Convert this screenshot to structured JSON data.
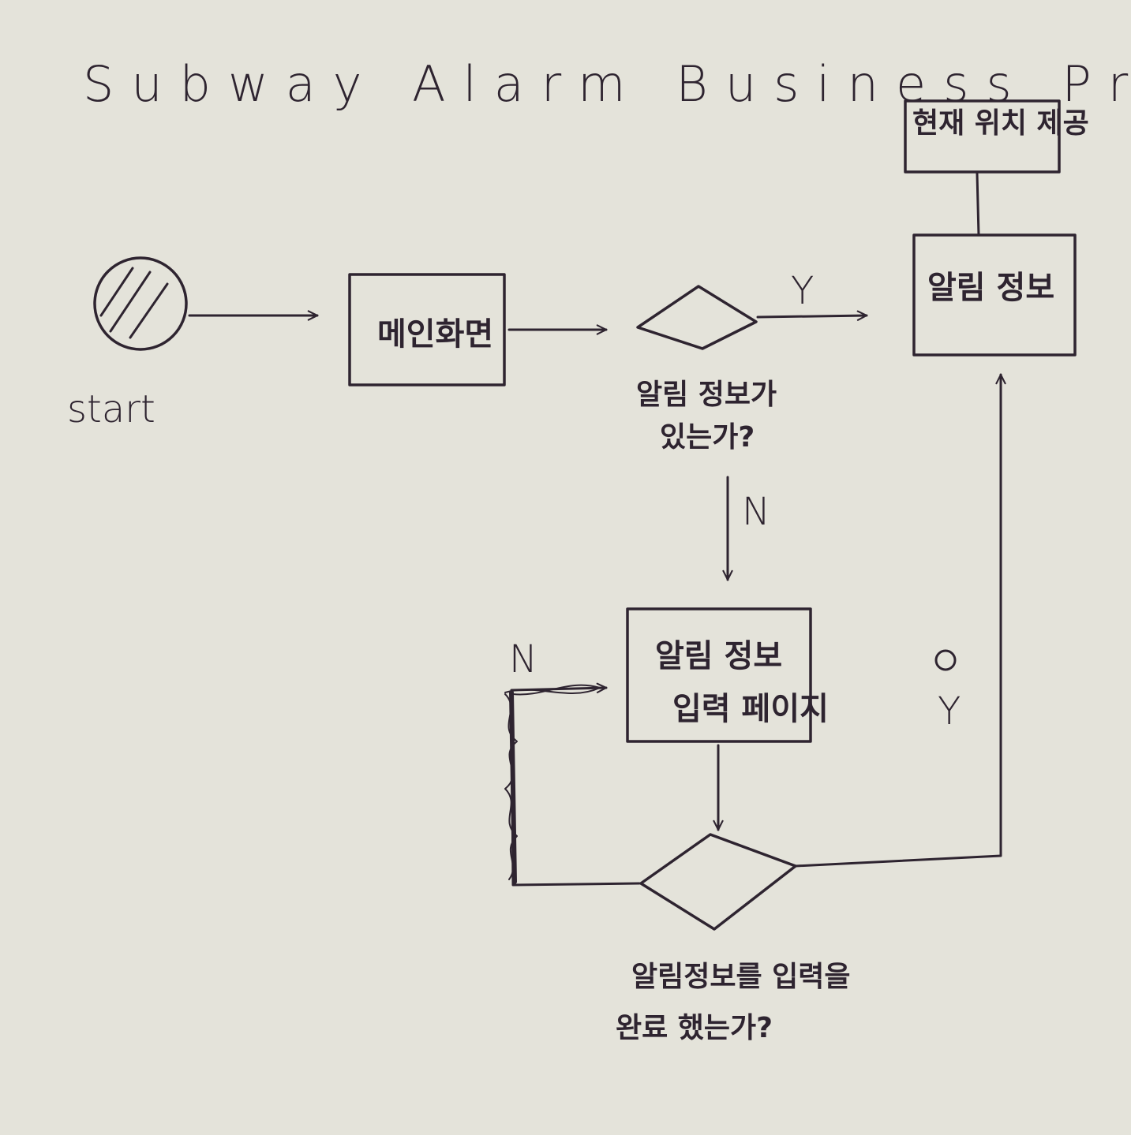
{
  "title": "Subway Alarm Business Process Model",
  "nodes": {
    "start": {
      "label": "start"
    },
    "main_screen": {
      "label": "메인화면"
    },
    "decision_has_alarm": {
      "line1": "알림 정보가",
      "line2": "있는가?"
    },
    "alarm_info": {
      "label": "알림 정보"
    },
    "current_location": {
      "label": "현재 위치 제공"
    },
    "alarm_input_page": {
      "line1": "알림 정보",
      "line2": "입력 페이지"
    },
    "decision_input_done": {
      "line1": "알림정보를 입력을",
      "line2": "완료 했는가?"
    }
  },
  "edge_labels": {
    "has_alarm_yes": "Y",
    "has_alarm_no": "N",
    "input_done_no": "N",
    "input_done_yes": "Y"
  },
  "colors": {
    "ink": "#2e2430",
    "paper": "#e4e3da"
  }
}
